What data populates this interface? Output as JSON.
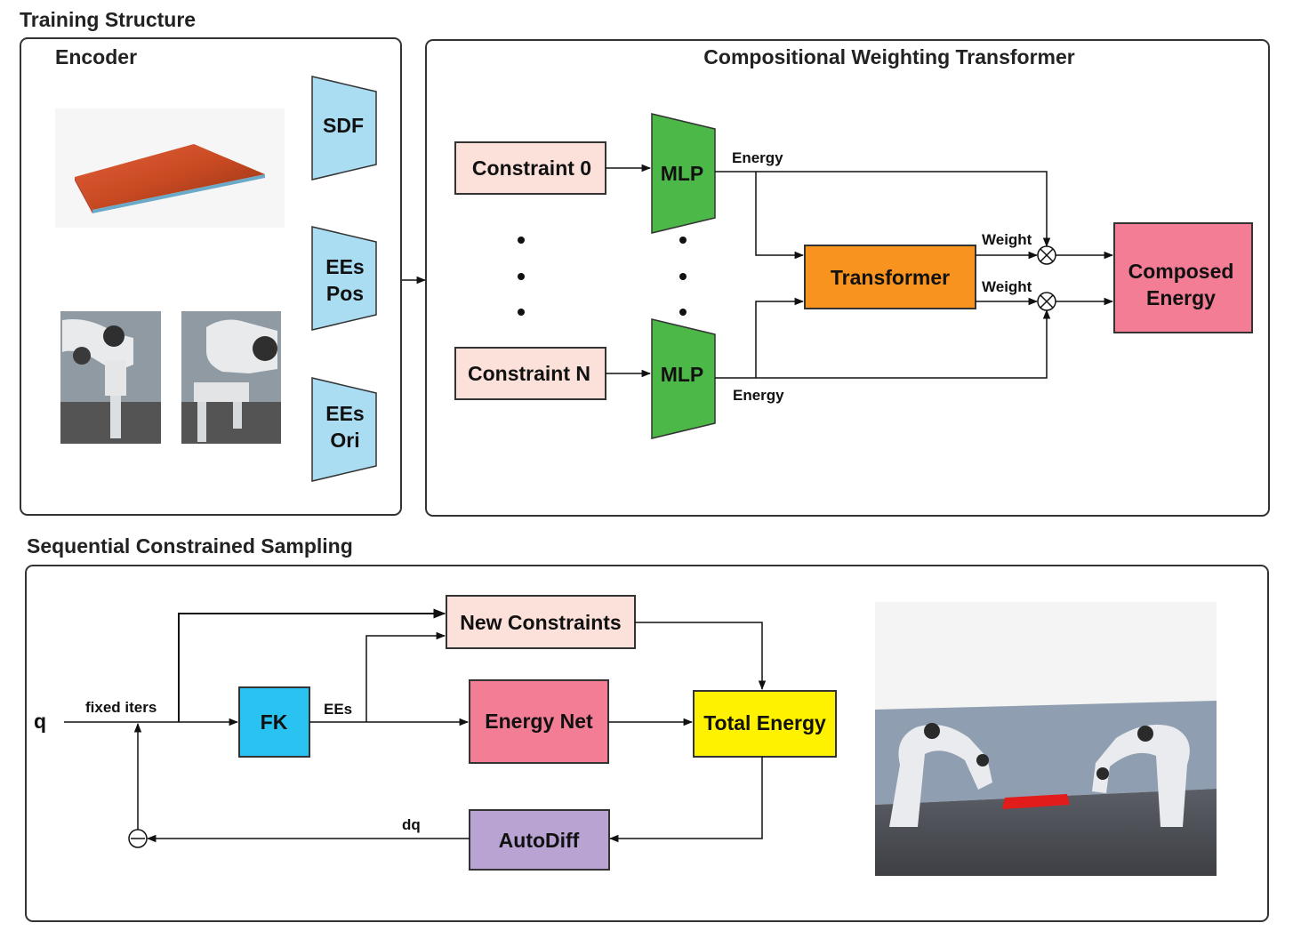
{
  "training": {
    "title": "Training Structure",
    "encoder": {
      "title": "Encoder",
      "heads": [
        "SDF",
        "EEs\nPos",
        "EEs\nOri"
      ]
    },
    "transformer_panel": {
      "title": "Compositional Weighting Transformer",
      "constraint_first": "Constraint 0",
      "constraint_last": "Constraint N",
      "mlp_label": "MLP",
      "energy_label": "Energy",
      "weight_label": "Weight",
      "transformer_label": "Transformer",
      "composed_label": "Composed\nEnergy"
    }
  },
  "sampling": {
    "title": "Sequential Constrained Sampling",
    "q_label": "q",
    "fixed_iters_label": "fixed iters",
    "fk_label": "FK",
    "ees_label": "EEs",
    "new_constraints_label": "New Constraints",
    "energy_net_label": "Energy Net",
    "total_energy_label": "Total Energy",
    "autodiff_label": "AutoDiff",
    "dq_label": "dq"
  },
  "colors": {
    "sdf_block": "#aadcf2",
    "mlp": "#4cb848",
    "constraint": "#fbe1da",
    "transformer": "#f7931e",
    "composed": "#f27d95",
    "fk": "#29c2f1",
    "energy_net": "#f27d95",
    "total_energy": "#fff200",
    "autodiff": "#b9a3d3",
    "new_constraints": "#fbe1da"
  }
}
